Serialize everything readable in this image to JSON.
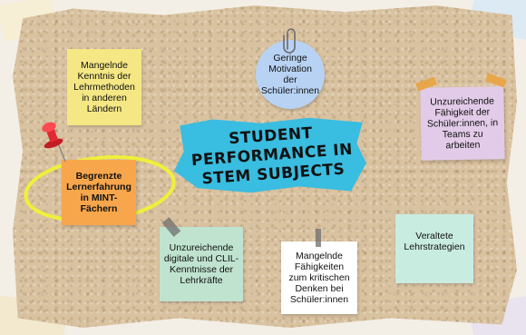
{
  "title": {
    "line1": "STUDENT",
    "line2": "PERFORMANCE IN",
    "line3": "STEM SUBJECTS"
  },
  "notes": {
    "lehrmethoden": "Mangelnde Kenntnis der Lehrmethoden in anderen Ländern",
    "motivation": "Geringe Motivation der Schüler:innen",
    "teams": "Unzureichende Fähigkeit der Schüler:innen, in Teams zu arbeiten",
    "lernerfahrung": "Begrenzte Lernerfahrung in MINT-Fächern",
    "clil": "Unzureichende digitale und CLIL-Kenntnisse der Lehrkräfte",
    "denken": "Mangelnde Fähigkeiten zum kritischen Denken bei Schüler:innen",
    "strategien": "Veraltete Lehrstrategien"
  },
  "colors": {
    "cork": "#d9c2a0",
    "title_band": "#39bde0",
    "yellow_note": "#f4e784",
    "blue_circle": "#b8d2f3",
    "lilac_note": "#e2cbe8",
    "orange_note": "#f7a64c",
    "green_note": "#bfe3cf",
    "white_note": "#ffffff",
    "mint_note": "#c9ece1",
    "highlight_circle": "#eef03a",
    "pin_red": "#e02a33"
  },
  "icons": [
    "paperclip-icon",
    "push-pin-icon",
    "tape-strip-icon"
  ]
}
